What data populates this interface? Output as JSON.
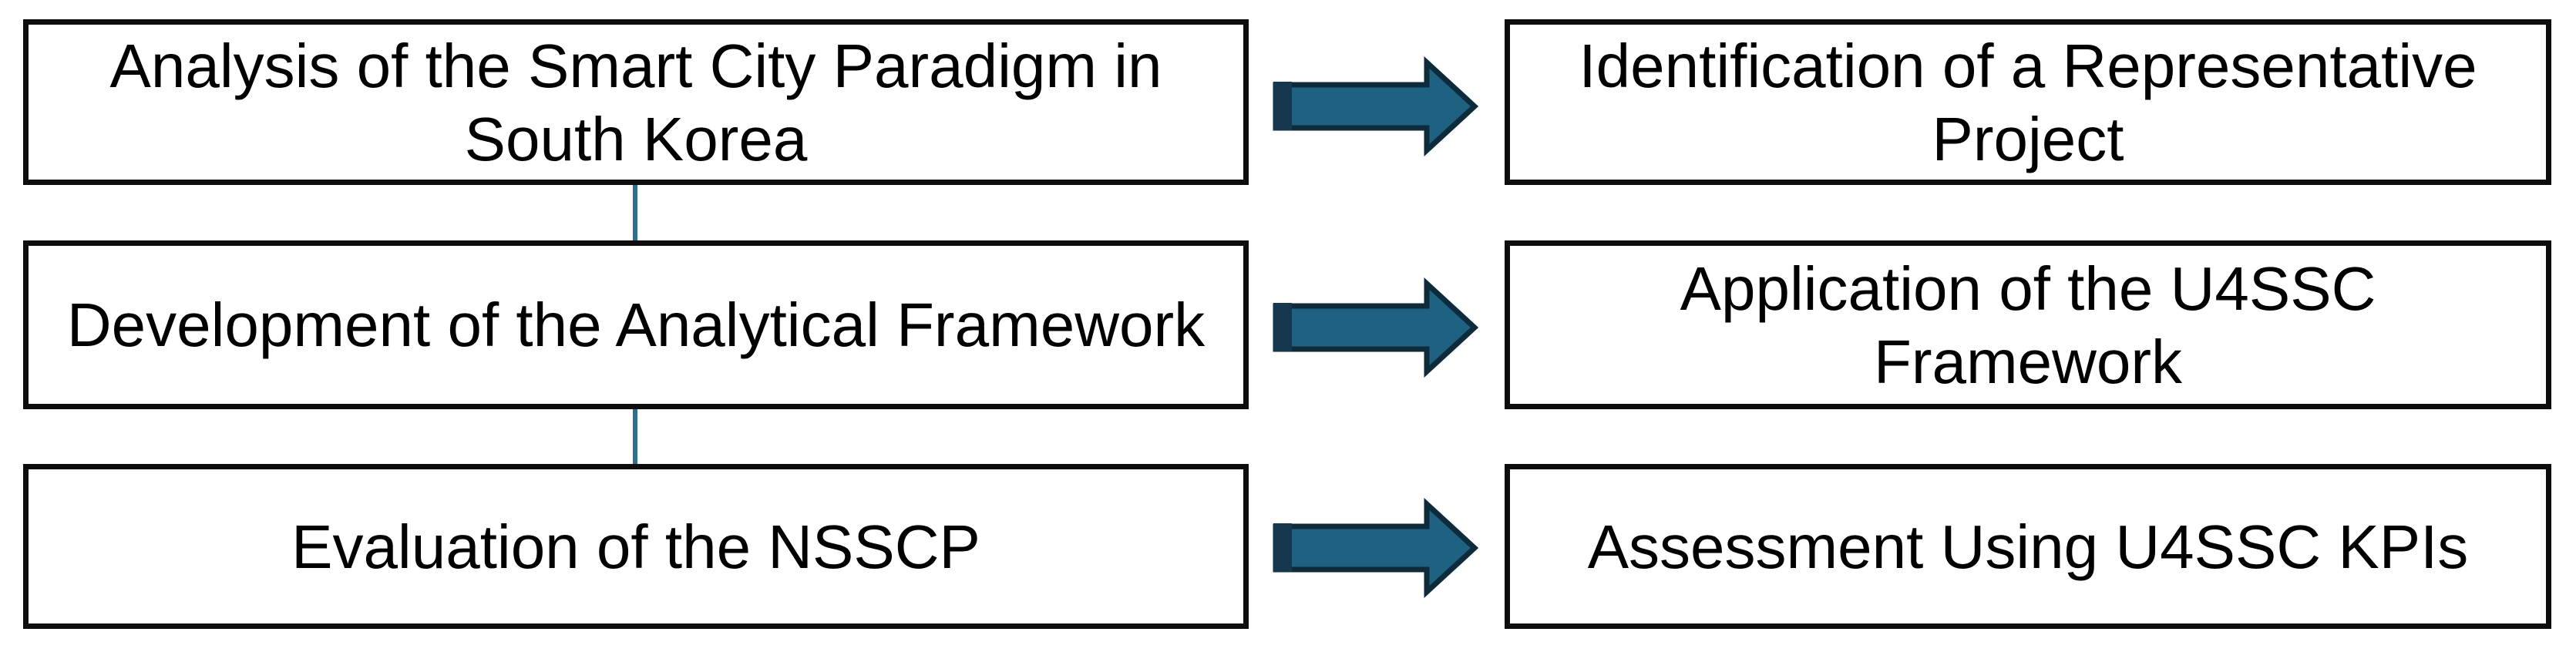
{
  "rows": [
    {
      "left": {
        "lines": [
          "Analysis of the Smart City Paradigm in",
          "South Korea"
        ]
      },
      "right": {
        "lines": [
          "Identification of a Representative",
          "Project"
        ]
      }
    },
    {
      "left": {
        "lines": [
          "Development of the Analytical Framework"
        ]
      },
      "right": {
        "lines": [
          "Application of the U4SSC",
          "Framework"
        ]
      }
    },
    {
      "left": {
        "lines": [
          "Evaluation of the NSSCP"
        ]
      },
      "right": {
        "lines": [
          "Assessment Using U4SSC KPIs"
        ]
      }
    }
  ],
  "icons": {
    "arrow": "right-block-arrow"
  },
  "colors": {
    "page_background": "#ffffff",
    "box_background": "#ffffff",
    "box_border": "#0d0d0d",
    "text": "#000000",
    "arrow_fill": "#1f6180",
    "arrow_outline": "#0e2b3c",
    "arrow_tail_shade": "#16384e",
    "connector": "#2d6e91"
  }
}
